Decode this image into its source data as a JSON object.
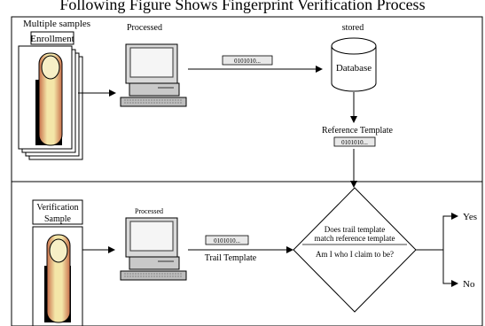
{
  "caption": "Following Figure Shows Fingerprint Verification Process",
  "enrollment": {
    "title": "Multiple samples",
    "box_label": "Enrollment",
    "processed_label": "Processed",
    "template_code": "0101010...",
    "stored_label": "stored",
    "database_label": "Database",
    "reference_label": "Reference Template",
    "reference_code": "0101010..."
  },
  "verification": {
    "box_label_line1": "Verification",
    "box_label_line2": "Sample",
    "processed_label": "Processed",
    "template_code": "0101010...",
    "trail_label": "Trail Template"
  },
  "decision": {
    "question_line1": "Does trail template",
    "question_line2": "match reference template",
    "question_line3": "Am I who I claim to be?",
    "yes_label": "Yes",
    "no_label": "No"
  },
  "colors": {
    "finger_skin": "#f4e6a8",
    "finger_shadow": "#c86f4a",
    "finger_dark": "#000000",
    "monitor": "#d4d4d4"
  }
}
